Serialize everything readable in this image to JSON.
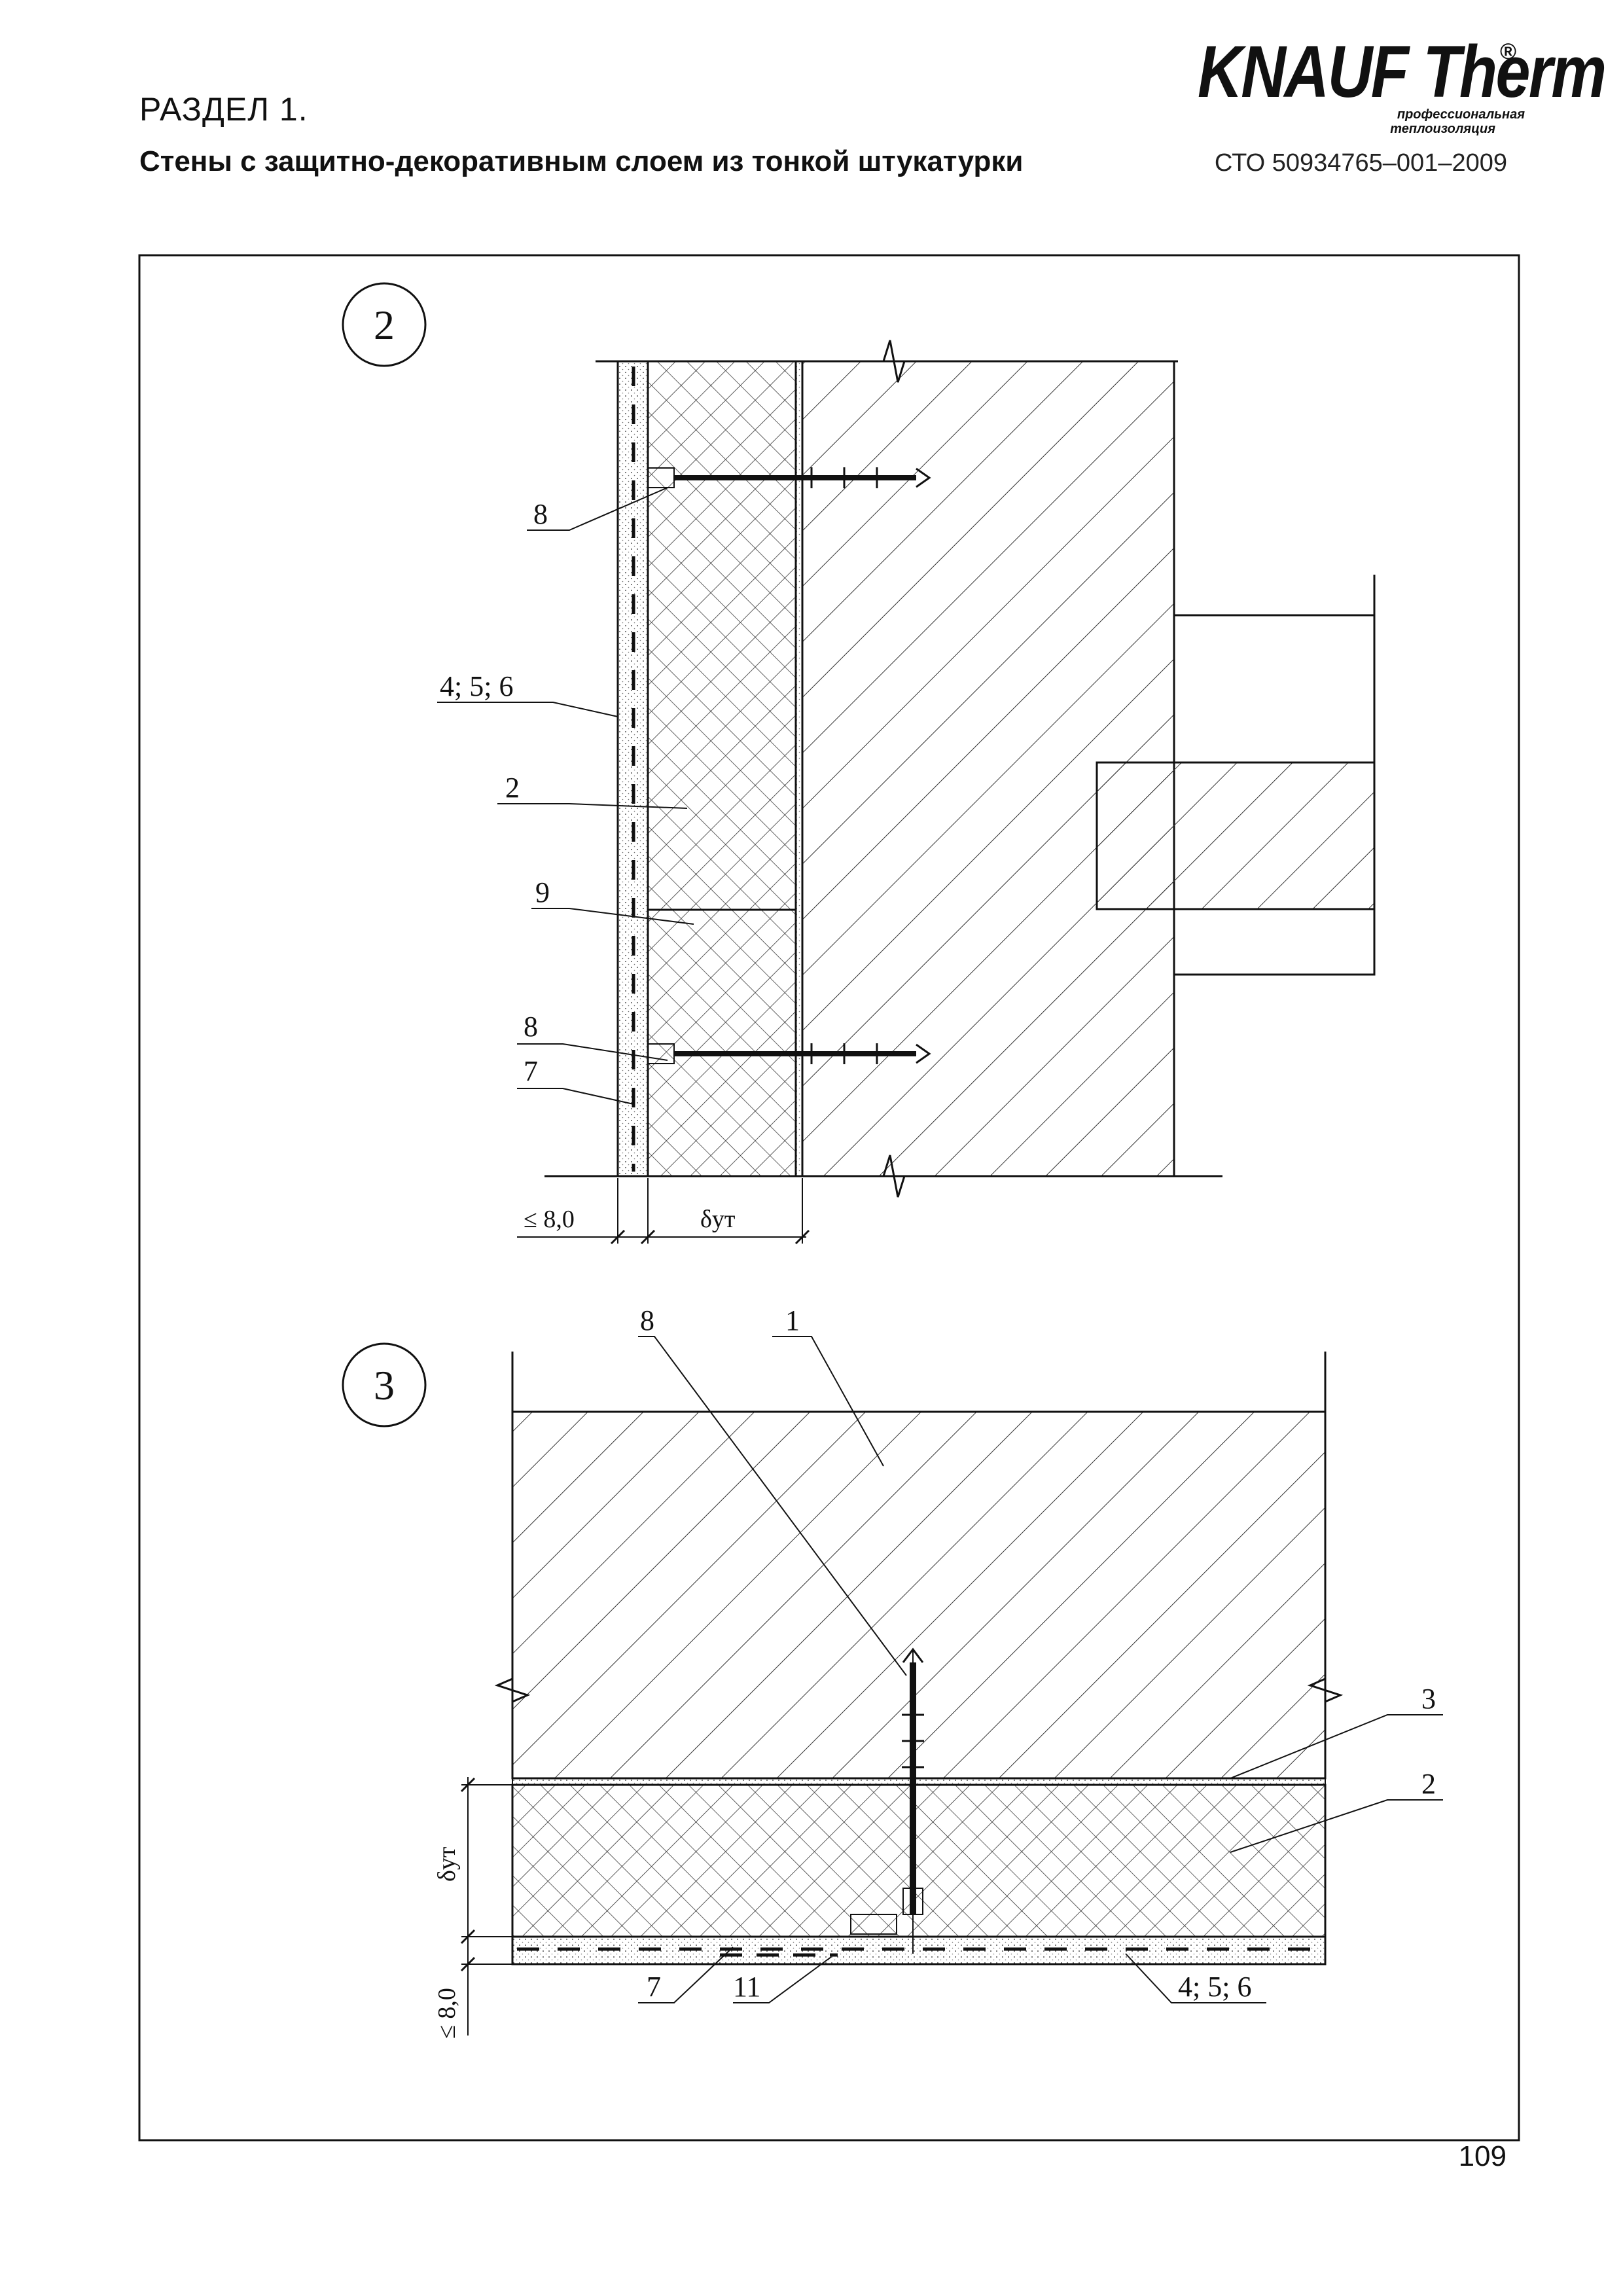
{
  "header": {
    "section": "РАЗДЕЛ 1.",
    "subtitle": "Стены с защитно-декоративным слоем из тонкой штукатурки",
    "standard": "СТО 50934765–001–2009"
  },
  "logo": {
    "brand": "KNAUF Therm",
    "registered": "®",
    "tagline_1": "профессиональная",
    "tagline_2": "теплоизоляция"
  },
  "detail_2": {
    "number": "2",
    "labels": {
      "anchor_top": "8",
      "layers": "4; 5; 6",
      "insulation": "2",
      "joint": "9",
      "anchor_bottom": "8",
      "mesh": "7"
    },
    "dim_plaster": "≤ 8,0",
    "dim_insulation": "δут"
  },
  "detail_3": {
    "number": "3",
    "labels": {
      "anchor": "8",
      "wall": "1",
      "adhesive": "3",
      "insulation": "2",
      "mesh": "7",
      "reinforcement": "11",
      "layers": "4; 5; 6"
    },
    "dim_insulation": "δут",
    "dim_plaster": "≤ 8,0"
  },
  "footer": {
    "page_number": "109"
  }
}
